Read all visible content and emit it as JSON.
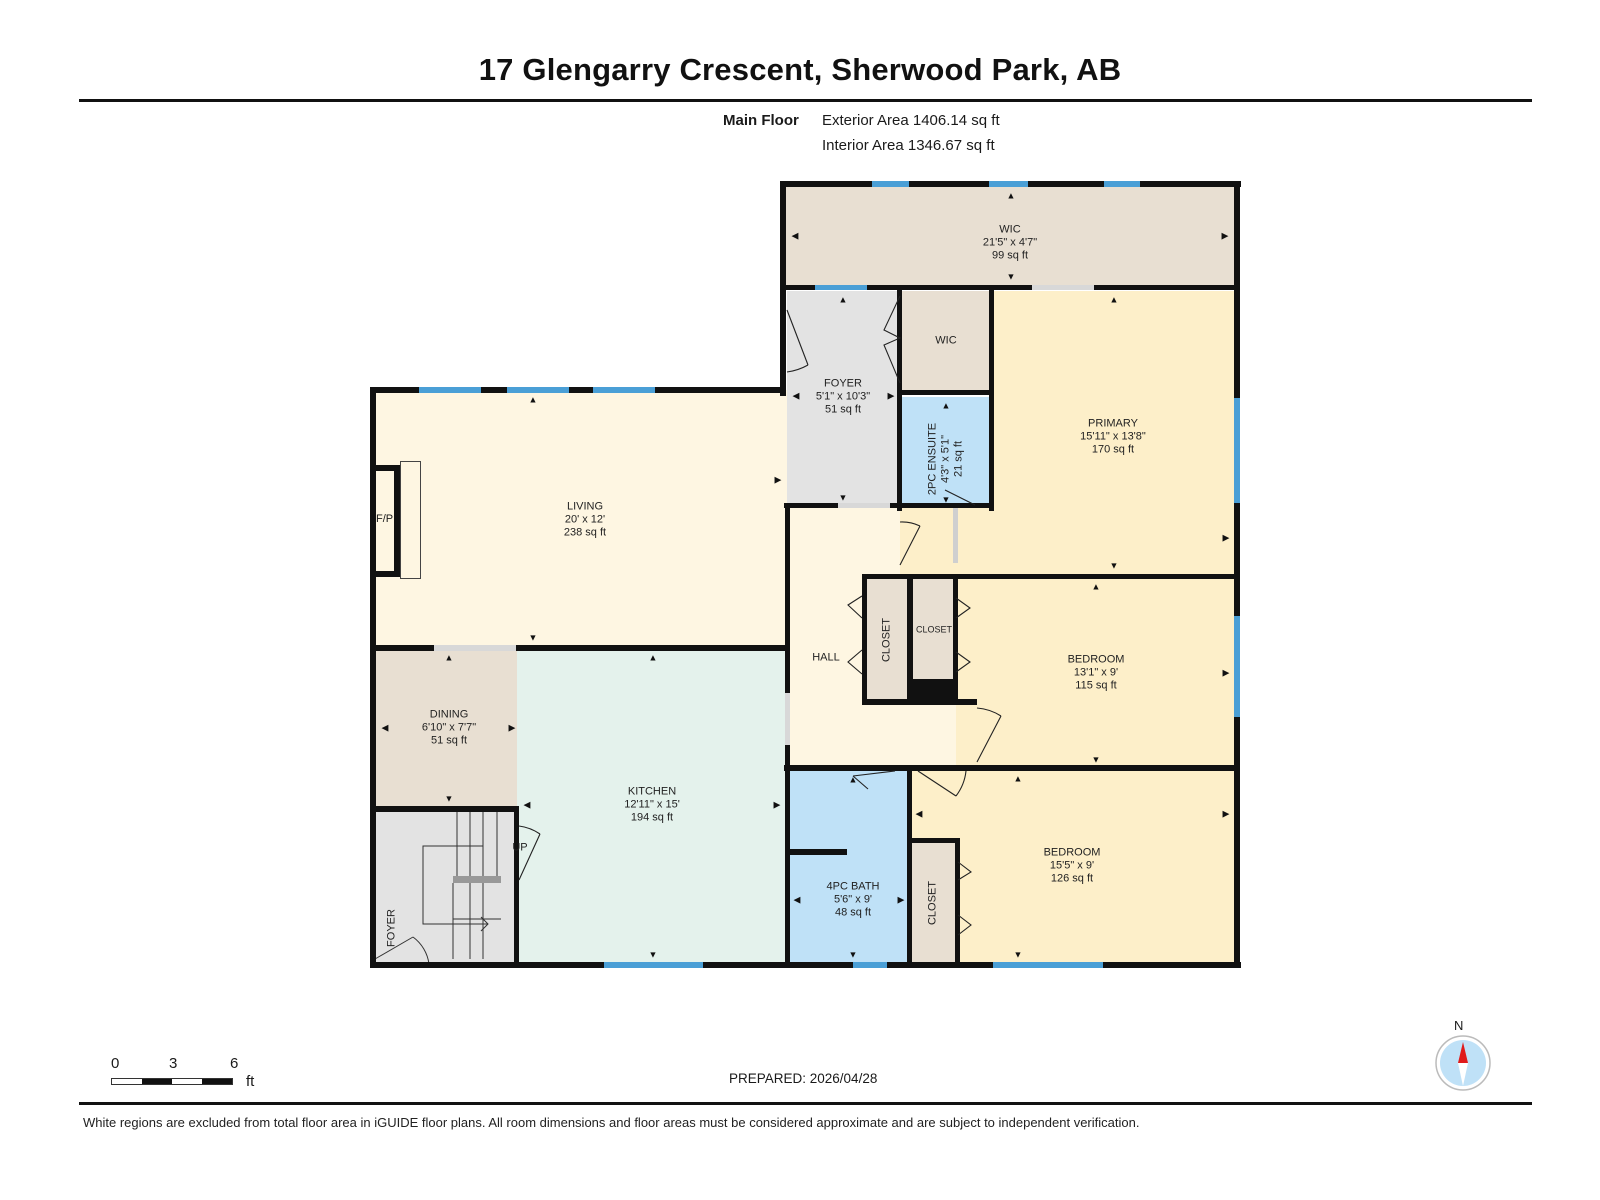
{
  "header": {
    "title": "17 Glengarry Crescent, Sherwood Park, AB",
    "floor_name": "Main Floor",
    "exterior_area": "Exterior Area 1406.14 sq ft",
    "interior_area": "Interior Area 1346.67 sq ft"
  },
  "rooms": {
    "wic_large": {
      "name": "WIC",
      "dims": "21'5\" x 4'7\"",
      "area": "99 sq ft",
      "color": "#e8dfd2"
    },
    "foyer": {
      "name": "FOYER",
      "dims": "5'1\" x 10'3\"",
      "area": "51 sq ft",
      "color": "#e3e3e3"
    },
    "wic_small": {
      "name": "WIC",
      "color": "#e8dfd2"
    },
    "ensuite": {
      "name": "2PC ENSUITE",
      "dims": "4'3\" x 5'1\"",
      "area": "21 sq ft",
      "color": "#bfe1f7"
    },
    "primary": {
      "name": "PRIMARY",
      "dims": "15'11\" x 13'8\"",
      "area": "170 sq ft",
      "color": "#fdefc9"
    },
    "living": {
      "name": "LIVING",
      "dims": "20' x 12'",
      "area": "238 sq ft",
      "color": "#fef6e2"
    },
    "fireplace": {
      "name": "F/P"
    },
    "hall": {
      "name": "HALL",
      "color": "#fef6e2"
    },
    "closet_hall": {
      "name": "CLOSET",
      "color": "#e8dfd2"
    },
    "closet_bed1": {
      "name": "CLOSET",
      "color": "#e8dfd2"
    },
    "bedroom1": {
      "name": "BEDROOM",
      "dims": "13'1\" x 9'",
      "area": "115 sq ft",
      "color": "#fdefc9"
    },
    "dining": {
      "name": "DINING",
      "dims": "6'10\" x 7'7\"",
      "area": "51 sq ft",
      "color": "#e8dfd2"
    },
    "kitchen": {
      "name": "KITCHEN",
      "dims": "12'11\" x 15'",
      "area": "194 sq ft",
      "color": "#e4f2ec"
    },
    "stair_foyer": {
      "name": "FOYER",
      "stair_label": "UP",
      "color": "#e3e3e3"
    },
    "bath": {
      "name": "4PC BATH",
      "dims": "5'6\" x 9'",
      "area": "48 sq ft",
      "color": "#bfe1f7"
    },
    "closet_bed2": {
      "name": "CLOSET",
      "color": "#e8dfd2"
    },
    "bedroom2": {
      "name": "BEDROOM",
      "dims": "15'5\" x 9'",
      "area": "126 sq ft",
      "color": "#fdefc9"
    }
  },
  "scale_bar": {
    "ticks": [
      "0",
      "3",
      "6"
    ],
    "unit": "ft"
  },
  "prepared": "PREPARED: 2026/04/28",
  "compass": {
    "label": "N",
    "needle_color": "#e01b1b",
    "face_color": "#bfe1f7"
  },
  "footer": {
    "disclaimer": "White regions are excluded from total floor area in iGUIDE floor plans. All room dimensions and floor areas must be considered approximate and are subject to independent verification."
  },
  "colors": {
    "wall": "#111111",
    "window": "#4a9fd6",
    "opening": "#d8d8d8"
  }
}
